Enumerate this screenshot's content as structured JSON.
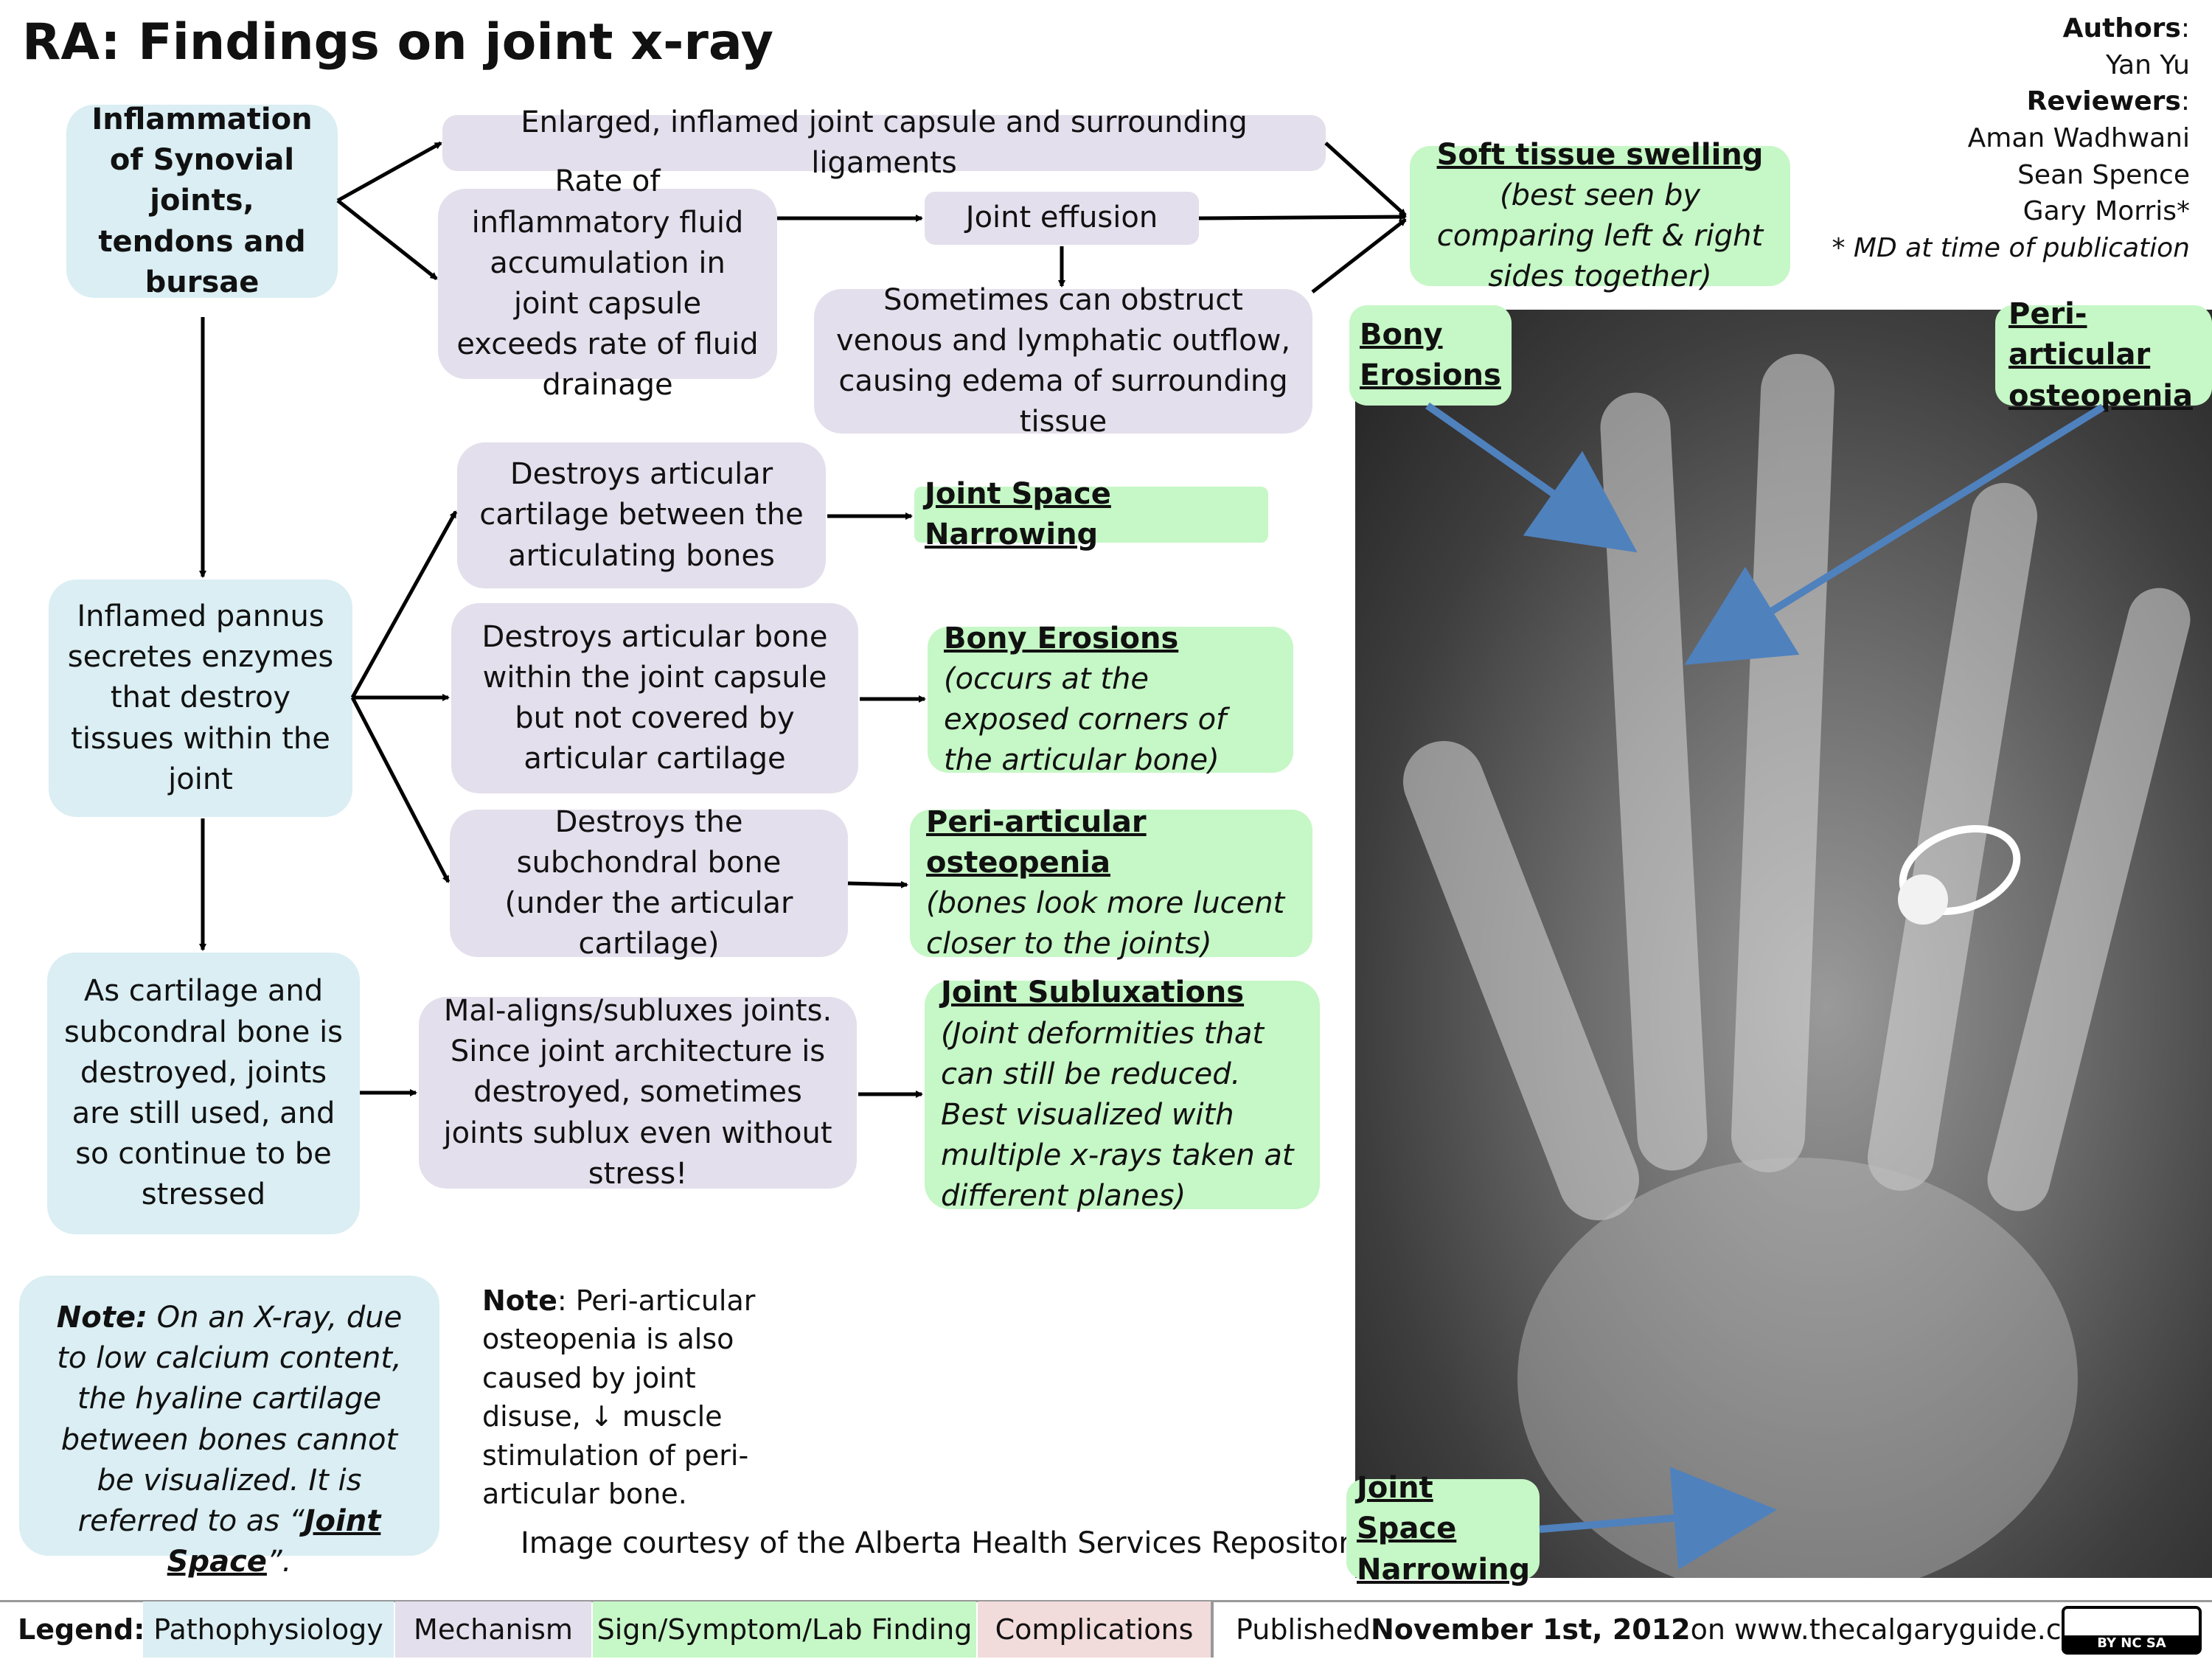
{
  "title": "RA: Findings on joint x-ray",
  "authors": {
    "authors_label": "Authors",
    "authors": [
      "Yan Yu"
    ],
    "reviewers_label": "Reviewers",
    "reviewers": [
      "Aman Wadhwani",
      "Sean Spence",
      "Gary Morris*"
    ],
    "footnote": "* MD at time of publication"
  },
  "pathophysiology": {
    "inflammation": "Inflammation of Synovial joints, tendons and bursae",
    "pannus": "Inflamed pannus secretes enzymes that destroy tissues within the joint",
    "stressed": "As cartilage and subcondral bone is destroyed, joints are still used, and so continue to be stressed"
  },
  "mechanisms": {
    "capsule": "Enlarged, inflamed  joint capsule and surrounding ligaments",
    "fluid_rate": "Rate of inflammatory fluid accumulation in joint capsule exceeds rate of fluid drainage",
    "effusion": "Joint effusion",
    "obstruct": "Sometimes can obstruct venous and lymphatic outflow, causing edema of surrounding tissue",
    "cartilage": "Destroys articular cartilage between the articulating bones",
    "bone": "Destroys articular bone within the joint capsule but not covered by articular cartilage",
    "subchondral": "Destroys the subchondral bone (under the articular cartilage)",
    "malalign": "Mal-aligns/subluxes joints. Since joint architecture is destroyed, sometimes joints sublux even without stress!"
  },
  "findings": {
    "swelling_title": "Soft tissue swelling",
    "swelling_note": "(best seen by comparing left & right sides together)",
    "narrowing": "Joint Space Narrowing",
    "erosions_title": "Bony Erosions",
    "erosions_note": "(occurs at the exposed corners of the articular bone)",
    "osteopenia_title": "Peri-articular osteopenia",
    "osteopenia_note": "(bones look more lucent closer to the joints)",
    "subluxation_title": "Joint Subluxations ",
    "subluxation_note": "(Joint deformities that can still be reduced. Best visualized with multiple x-rays taken at different planes)"
  },
  "xray_labels": {
    "erosions": "Bony Erosions",
    "osteopenia": "Peri-articular osteopenia",
    "narrowing": "Joint Space Narrowing"
  },
  "notes": {
    "xray_note_label": "Note:",
    "xray_note_text": "On an X-ray, due to low calcium content, the hyaline cartilage between bones cannot be visualized. It is referred to as “",
    "xray_note_term": "Joint Space",
    "xray_note_end": "”.",
    "osteo_note_label": "Note",
    "osteo_note_text": ": Peri-articular osteopenia is also caused by joint disuse, ↓ muscle stimulation of peri-articular bone.",
    "courtesy": "Image courtesy of the Alberta Health Services Repository"
  },
  "legend": {
    "label": "Legend:",
    "items": [
      "Pathophysiology",
      "Mechanism",
      "Sign/Symptom/Lab Finding",
      "Complications"
    ],
    "published_prefix": "Published ",
    "published_date": "November 1st, 2012",
    "published_suffix": " on www.thecalgaryguide.com",
    "license_badge": "BY NC SA"
  },
  "colors": {
    "pathophysiology": "#daeef3",
    "mechanism": "#e4dfec",
    "finding": "#c6f7c6",
    "complication": "#f2dcdb",
    "xray_arrow": "#4f81bd"
  }
}
